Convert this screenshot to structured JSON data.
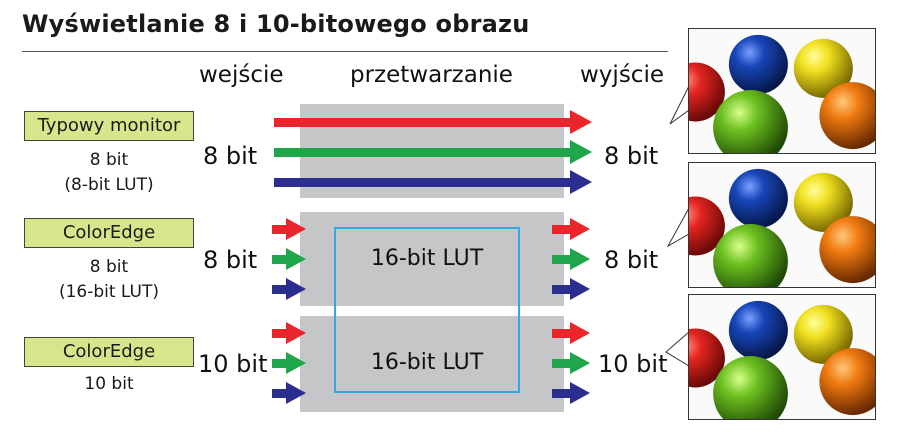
{
  "title": "Wyświetlanie 8 i 10-bitowego obrazu",
  "columns": {
    "input": "wejście",
    "processing": "przetwarzanie",
    "output": "wyjście"
  },
  "rows": [
    {
      "label": "Typowy monitor",
      "sub1": "8 bit",
      "sub2": "(8-bit LUT)",
      "input": "8 bit",
      "output": "8 bit",
      "lut": ""
    },
    {
      "label": "ColorEdge",
      "sub1": "8 bit",
      "sub2": "(16-bit LUT)",
      "input": "8 bit",
      "output": "8 bit",
      "lut": "16-bit LUT"
    },
    {
      "label": "ColorEdge",
      "sub1": "10 bit",
      "sub2": "",
      "input": "10 bit",
      "output": "10 bit",
      "lut": "16-bit LUT"
    }
  ],
  "colors": {
    "red": "#e8262b",
    "green": "#1fa54a",
    "blue": "#2b2e8f",
    "lut_frame": "#35a8e0",
    "label_bg": "#d7e68a",
    "processing_bg": "#c5c6c8"
  }
}
